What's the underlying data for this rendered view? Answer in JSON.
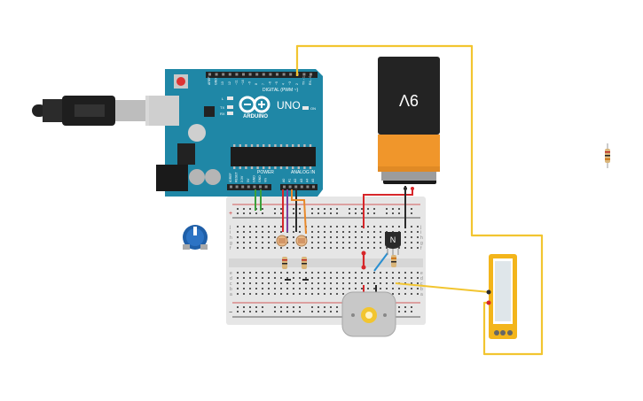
{
  "arduino": {
    "brand": "ARDUINO",
    "model": "UNO",
    "digital_header": "DIGITAL (PWM ~)",
    "power_header": "POWER",
    "analog_header": "ANALOG IN",
    "digital_pins": [
      "AREF",
      "GND",
      "13",
      "12",
      "~11",
      "~10",
      "~9",
      "8",
      "7",
      "~6",
      "~5",
      "4",
      "~3",
      "2",
      "TX→1",
      "RX←0"
    ],
    "power_pins": [
      "IOREF",
      "RESET",
      "3.3V",
      "5V",
      "GND",
      "GND",
      "Vin"
    ],
    "analog_pins": [
      "A0",
      "A1",
      "A2",
      "A3",
      "A4",
      "A5"
    ],
    "led_labels": [
      "L",
      "TX",
      "RX",
      "ON"
    ]
  },
  "battery": {
    "label": "9V"
  },
  "transistor": {
    "label": "N"
  },
  "breadboard": {
    "row_letters_top": [
      "j",
      "i",
      "h",
      "g",
      "f"
    ],
    "row_letters_bottom": [
      "e",
      "d",
      "c",
      "b",
      "a"
    ],
    "rail_plus": "+",
    "rail_minus": "−"
  },
  "wire_colors": {
    "yellow": "#f2c530",
    "red": "#d7262a",
    "black": "#2a2a2a",
    "green": "#3a9f3a",
    "purple": "#7b3fa0",
    "orange": "#e8892b",
    "blue": "#2a8fd0"
  },
  "icons": [
    "usb-cable-icon",
    "potentiometer-icon",
    "photoresistor-icon",
    "resistor-icon",
    "transistor-icon",
    "dc-motor-icon",
    "multimeter-icon"
  ]
}
